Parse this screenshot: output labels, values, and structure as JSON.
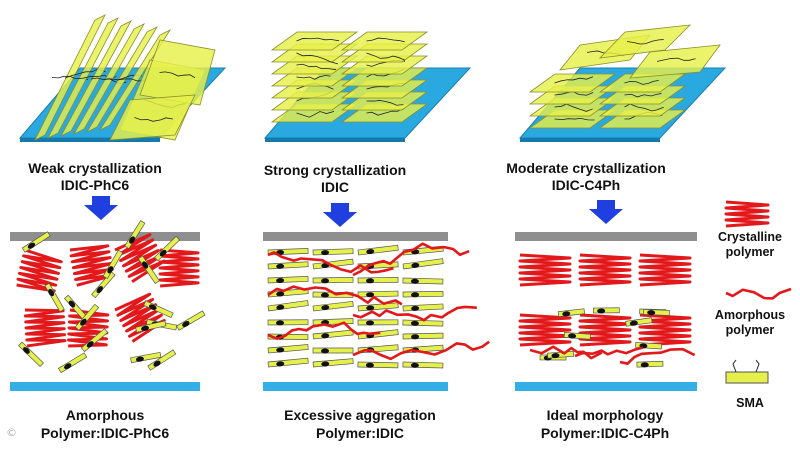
{
  "panels": [
    {
      "top_title": "Weak crystallization",
      "top_subtitle": "IDIC-PhC6",
      "bottom_title": "Amorphous",
      "bottom_subtitle": "Polymer:IDIC-PhC6"
    },
    {
      "top_title": "Strong crystallization",
      "top_subtitle": "IDIC",
      "bottom_title": "Excessive aggregation",
      "bottom_subtitle": "Polymer:IDIC"
    },
    {
      "top_title": "Moderate crystallization",
      "top_subtitle": "IDIC-C4Ph",
      "bottom_title": "Ideal morphology",
      "bottom_subtitle": "Polymer:IDIC-C4Ph"
    }
  ],
  "legend": {
    "crystalline": [
      "Crystalline",
      "polymer"
    ],
    "amorphous": [
      "Amorphous",
      "polymer"
    ],
    "sma": "SMA"
  },
  "watermark": "©",
  "colors": {
    "substrate": "#2aa8e0",
    "plate": "#e6f04a",
    "polymer": "#e3181b",
    "electrode_top": "#8f8f8f",
    "electrode_bottom": "#33aee6",
    "arrow": "#1f3fe0"
  }
}
